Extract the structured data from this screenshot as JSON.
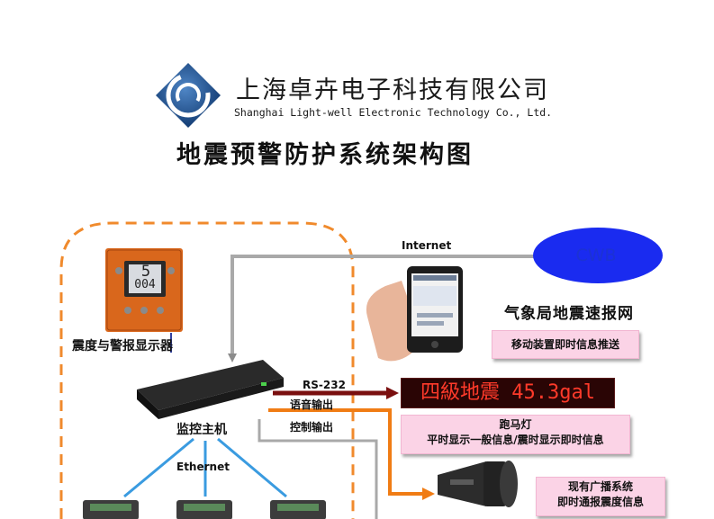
{
  "header": {
    "company_cn": "上海卓卉电子科技有限公司",
    "company_en": "Shanghai Light-well Electronic Technology Co., Ltd.",
    "title": "地震预警防护系统架构图"
  },
  "diagram": {
    "internet_label": "Internet",
    "cwb_label": "CWB",
    "cwb_caption": "气象局地震速报网",
    "mobile_push": "移动装置即时信息推送",
    "display_label": "震度与警报显示器",
    "display_screen": {
      "top": "5",
      "bottom": "004"
    },
    "rs232_label": "RS-232",
    "audio_out_label": "语音输出",
    "control_out_label": "控制输出",
    "host_label": "监控主机",
    "ethernet_label": "Ethernet",
    "led_text": "四級地震 45.3gal",
    "marquee_line1": "跑马灯",
    "marquee_line2": "平时显示一般信息/震时显示即时信息",
    "broadcast_line1": "现有广播系统",
    "broadcast_line2": "即时通报震度信息"
  },
  "colors": {
    "logo_blue": "#1f4e8c",
    "cwb_fill": "#1a2bf0",
    "cwb_text": "#1c32d4",
    "pink_box": "#fbd3e6",
    "orange_dash": "#f08a2c",
    "dark_red_arrow": "#7a0f0f",
    "orange_arrow": "#f07c14",
    "gray_line": "#a9a9a9",
    "ethernet_blue": "#3a9be0",
    "led_text": "#ff3a2a"
  }
}
